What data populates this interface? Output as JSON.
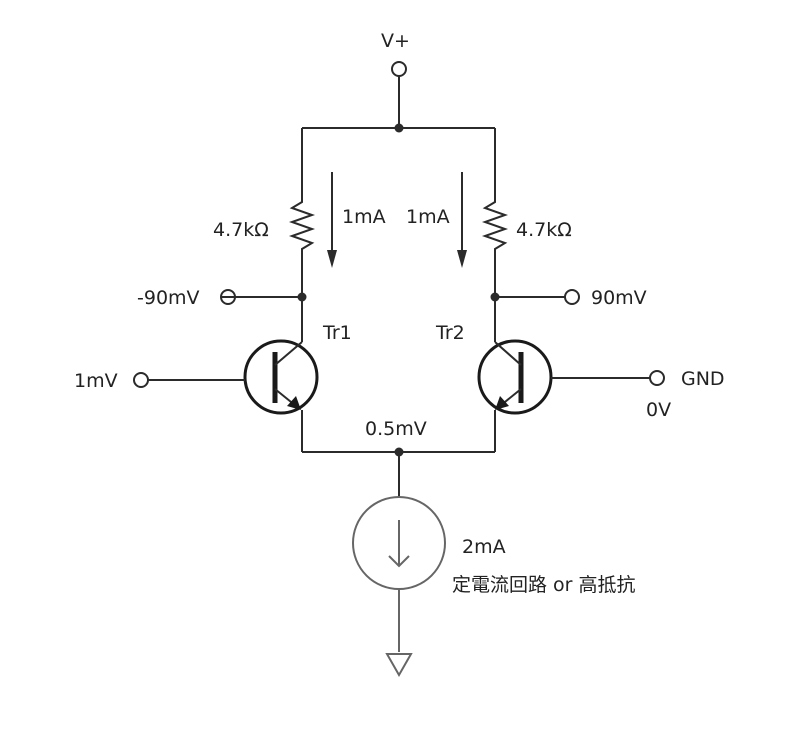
{
  "labels": {
    "vplus": "V+",
    "r1": "4.7kΩ",
    "r2": "4.7kΩ",
    "i1": "1mA",
    "i2": "1mA",
    "c1": "-90mV",
    "c2": "90mV",
    "tr1": "Tr1",
    "tr2": "Tr2",
    "in1": "1mV",
    "in2": "GND",
    "in2_voltage": "0V",
    "emitter": "0.5mV",
    "tail_current": "2mA",
    "tail_desc": "定電流回路 or 高抵抗"
  }
}
